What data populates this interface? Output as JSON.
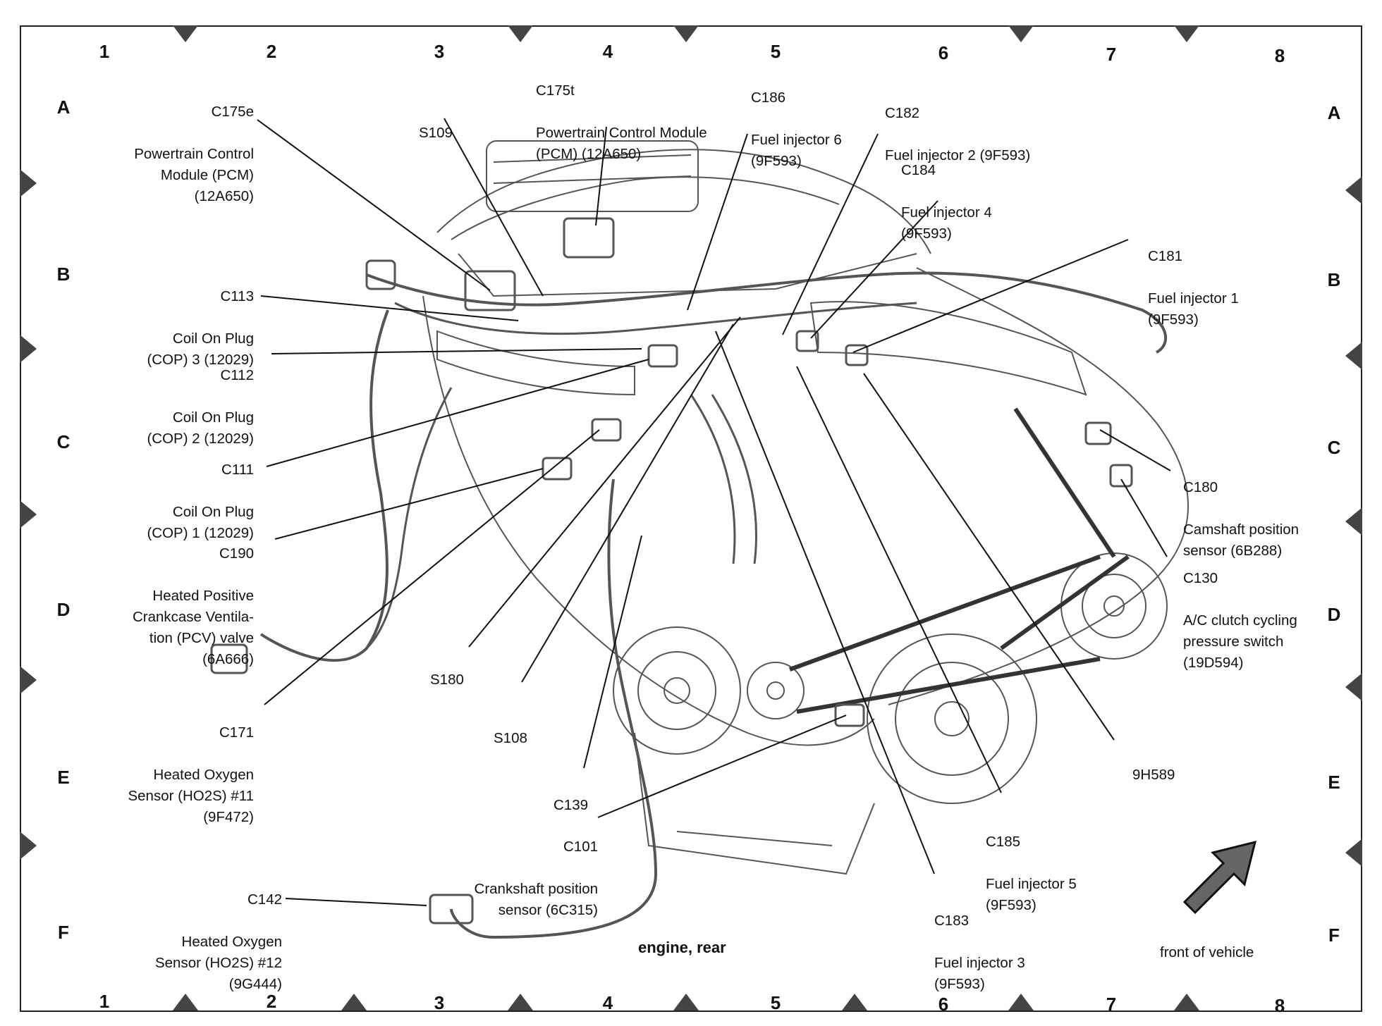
{
  "diagram": {
    "title": "engine, rear",
    "front_label": "front of vehicle",
    "grid_columns": [
      "1",
      "2",
      "3",
      "4",
      "5",
      "6",
      "7",
      "8"
    ],
    "grid_rows": [
      "A",
      "B",
      "C",
      "D",
      "E",
      "F"
    ]
  },
  "callouts": {
    "c175e": {
      "code": "C175e",
      "desc": "Powertrain Control\nModule (PCM)\n(12A650)"
    },
    "s109": {
      "code": "S109",
      "desc": ""
    },
    "c175t": {
      "code": "C175t",
      "desc": "Powertrain Control Module\n(PCM) (12A650)"
    },
    "c186": {
      "code": "C186",
      "desc": "Fuel injector 6\n(9F593)"
    },
    "c182": {
      "code": "C182",
      "desc": "Fuel injector 2 (9F593)"
    },
    "c184": {
      "code": "C184",
      "desc": "Fuel injector 4\n(9F593)"
    },
    "c181": {
      "code": "C181",
      "desc": "Fuel injector 1\n(9F593)"
    },
    "c113": {
      "code": "C113",
      "desc": "Coil On Plug\n(COP) 3 (12029)"
    },
    "c112": {
      "code": "C112",
      "desc": "Coil On Plug\n(COP) 2 (12029)"
    },
    "c111": {
      "code": "C111",
      "desc": "Coil On Plug\n(COP) 1 (12029)"
    },
    "c190": {
      "code": "C190",
      "desc": "Heated Positive\nCrankcase Ventila-\ntion (PCV) valve\n(6A666)"
    },
    "c180": {
      "code": "C180",
      "desc": "Camshaft position\nsensor (6B288)"
    },
    "c130": {
      "code": "C130",
      "desc": "A/C clutch cycling\npressure switch\n(19D594)"
    },
    "s180": {
      "code": "S180",
      "desc": ""
    },
    "s108": {
      "code": "S108",
      "desc": ""
    },
    "c171": {
      "code": "C171",
      "desc": "Heated Oxygen\nSensor (HO2S) #11\n(9F472)"
    },
    "c139": {
      "code": "C139",
      "desc": ""
    },
    "c101": {
      "code": "C101",
      "desc": "Crankshaft position\nsensor (6C315)"
    },
    "h589": {
      "code": "9H589",
      "desc": ""
    },
    "c185": {
      "code": "C185",
      "desc": "Fuel injector 5\n(9F593)"
    },
    "c183": {
      "code": "C183",
      "desc": "Fuel injector 3\n(9F593)"
    },
    "c142": {
      "code": "C142",
      "desc": "Heated Oxygen\nSensor (HO2S) #12\n(9G444)"
    }
  }
}
